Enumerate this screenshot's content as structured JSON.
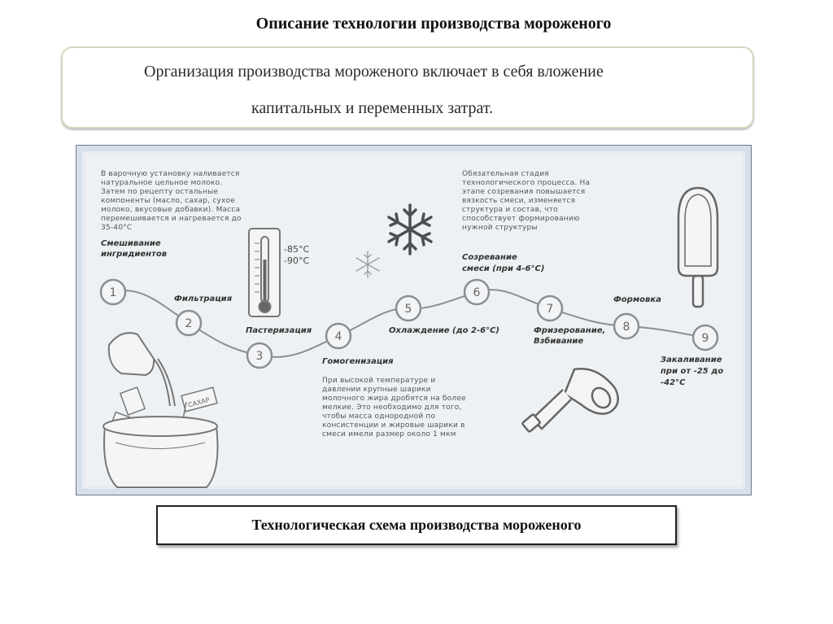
{
  "slide": {
    "title": "Описание технологии производства мороженого"
  },
  "intro": {
    "line1": "Организация производства мороженого включает в себя вложение",
    "line2": "капитальных и переменных затрат."
  },
  "scheme": {
    "steps": [
      {
        "num": "1",
        "label": "Смешивание ингридиентов"
      },
      {
        "num": "2",
        "label": "Фильтрация"
      },
      {
        "num": "3",
        "label": "Пастеризация"
      },
      {
        "num": "4",
        "label": "Гомогенизация"
      },
      {
        "num": "5",
        "label": "Охлаждение (до 2-6°С)"
      },
      {
        "num": "6",
        "label": "Созревание смеси (при 4-6°С)"
      },
      {
        "num": "7",
        "label": "Фризерование, Взбивание"
      },
      {
        "num": "8",
        "label": "Формовка"
      },
      {
        "num": "9",
        "label": "Закаливание при от -25 до -42°С"
      }
    ],
    "label_lines": {
      "mixing_1": "Смешивание",
      "mixing_2": "ингридиентов",
      "ripening_1": "Созревание",
      "ripening_2": "смеси (при 4-6°С)",
      "freezing_1": "Фризерование,",
      "freezing_2": "Взбивание",
      "hardening_1": "Закаливание",
      "hardening_2": "при от -25 до",
      "hardening_3": "-42°С"
    },
    "notes": {
      "mixing": "В варочную установку наливается натуральное цельное молоко. Затем по рецепту остальные компоненты (масло, сахар, сухое молоко, вкусовые добавки). Масса перемешивается и нагревается до 35-40°С",
      "ripening": "Обязательная стадия технологического процесса. На этапе созревания повышается вязкость смеси, изменяется структура и состав, что способствует формированию нужной структуры",
      "homogenization": "При высокой температуре и давлении крупные шарики молочного жира дробятся на более мелкие. Это необходимо для того, чтобы масса однородной по консистенции и жировые шарики в смеси имели размер около 1 мкм"
    },
    "thermometer": {
      "line1": "-85°С",
      "line2": "-90°С"
    },
    "sugar_label": "САХАР",
    "icons": [
      "snowflake-icon",
      "thermometer-icon",
      "popsicle-icon",
      "mixer-icon",
      "milk-jug-icon",
      "mixing-pot-icon"
    ]
  },
  "caption": {
    "text": "Технологическая схема производства мороженого"
  },
  "colors": {
    "scheme_background": "#eef1f3",
    "scheme_frame": "#d5e0ea",
    "line_art": "#8a8f94",
    "intro_border": "#d9d6bf"
  }
}
